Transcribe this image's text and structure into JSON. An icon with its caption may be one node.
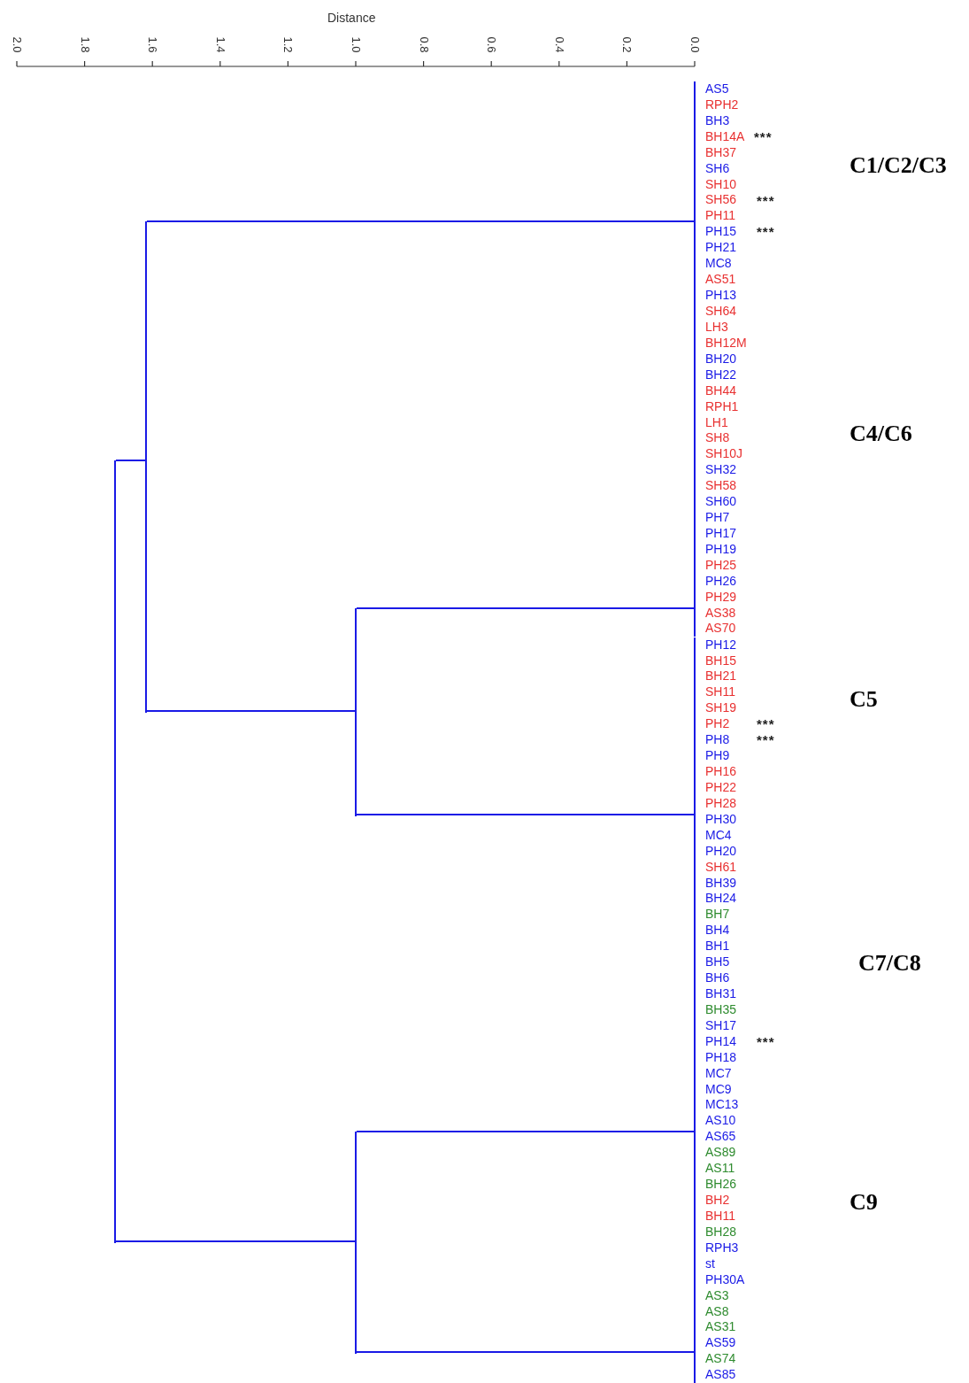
{
  "diagram": {
    "nodes": [
      {
        "text": [
          "AS5",
          "RPH2",
          "BH3",
          "BH14A",
          "BH37",
          "SH6",
          "SH10",
          "SH56",
          "PH11",
          "PH15",
          "PH21",
          "MC8",
          "AS51"
        ]
      },
      {
        "text": [
          "PH13",
          "SH64",
          "LH3",
          "BH12M",
          "BH20",
          "BH22",
          "BH44",
          "RPH1",
          "LH1",
          "SH8",
          "SH10J",
          "SH32",
          "SH58",
          "SH60",
          "PH7",
          "PH17",
          "PH19",
          "PH25",
          "PH26",
          "PH29",
          "AS38",
          "AS70"
        ]
      },
      {
        "text": [
          "PH12",
          "BH15",
          "BH21",
          "SH11",
          "SH19",
          "PH2",
          "PH8",
          "PH9",
          "PH16",
          "PH22",
          "PH28",
          "PH30",
          "MC4"
        ]
      },
      {
        "text": [
          "PH20",
          "SH61",
          "BH39",
          "BH24",
          "BH7",
          "BH4",
          "BH1",
          "BH5",
          "BH6",
          "BH31",
          "BH35",
          "SH17",
          "PH14",
          "PH18",
          "MC7",
          "MC9",
          "MC13",
          "AS10",
          "AS65",
          "AS89"
        ]
      },
      {
        "text": [
          "AS11",
          "BH26",
          "BH2",
          "BH11",
          "BH28",
          "RPH3",
          "st",
          "PH30A",
          "AS3",
          "AS8",
          "AS31",
          "AS59",
          "AS74",
          "AS85"
        ]
      },
      {
        "text": [],
        "shape": "bar"
      },
      {
        "text": [],
        "shape": "bar"
      },
      {
        "text": [],
        "shape": "bar"
      },
      {
        "text": [],
        "shape": "bar"
      }
    ],
    "edges": [
      {
        "from": 5,
        "to": 6,
        "arrow": "none"
      },
      {
        "from": 5,
        "to": 8,
        "arrow": "none"
      },
      {
        "from": 6,
        "to": 0,
        "arrow": "none"
      },
      {
        "from": 6,
        "to": 7,
        "arrow": "none"
      },
      {
        "from": 7,
        "to": 1,
        "arrow": "none"
      },
      {
        "from": 7,
        "to": 2,
        "arrow": "none"
      },
      {
        "from": 8,
        "to": 3,
        "arrow": "none"
      },
      {
        "from": 8,
        "to": 4,
        "arrow": "none"
      }
    ],
    "labels": [
      "Distance",
      "2.0",
      "1.8",
      "1.6",
      "1.4",
      "1.2",
      "1.0",
      "0.8",
      "0.6",
      "0.4",
      "0.2",
      "0.0",
      "***",
      "C1/C2/C3",
      "***",
      "***",
      "C4/C6",
      "C5",
      "***",
      "***",
      "C7/C8",
      "***",
      "C9"
    ]
  }
}
